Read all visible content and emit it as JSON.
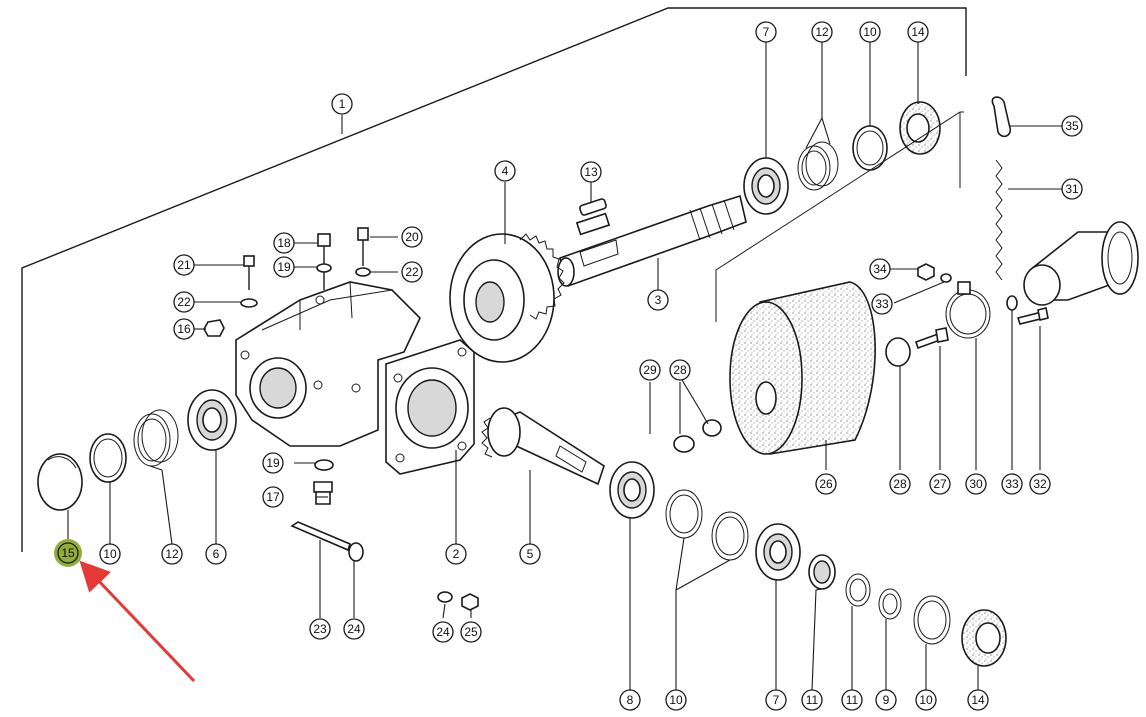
{
  "diagram": {
    "highlight_color": "#8fae3a",
    "arrow_color": "#e53935",
    "highlighted_part": "15",
    "callouts": [
      {
        "id": "c1",
        "label": "1"
      },
      {
        "id": "c2",
        "label": "2"
      },
      {
        "id": "c3",
        "label": "3"
      },
      {
        "id": "c4",
        "label": "4"
      },
      {
        "id": "c5",
        "label": "5"
      },
      {
        "id": "c6",
        "label": "6"
      },
      {
        "id": "c7a",
        "label": "7"
      },
      {
        "id": "c7b",
        "label": "7"
      },
      {
        "id": "c8",
        "label": "8"
      },
      {
        "id": "c9",
        "label": "9"
      },
      {
        "id": "c10a",
        "label": "10"
      },
      {
        "id": "c10b",
        "label": "10"
      },
      {
        "id": "c10c",
        "label": "10"
      },
      {
        "id": "c10d",
        "label": "10"
      },
      {
        "id": "c11a",
        "label": "11"
      },
      {
        "id": "c11b",
        "label": "11"
      },
      {
        "id": "c12a",
        "label": "12"
      },
      {
        "id": "c12b",
        "label": "12"
      },
      {
        "id": "c13",
        "label": "13"
      },
      {
        "id": "c14a",
        "label": "14"
      },
      {
        "id": "c14b",
        "label": "14"
      },
      {
        "id": "c15",
        "label": "15"
      },
      {
        "id": "c16",
        "label": "16"
      },
      {
        "id": "c17",
        "label": "17"
      },
      {
        "id": "c18",
        "label": "18"
      },
      {
        "id": "c19a",
        "label": "19"
      },
      {
        "id": "c19b",
        "label": "19"
      },
      {
        "id": "c20",
        "label": "20"
      },
      {
        "id": "c21",
        "label": "21"
      },
      {
        "id": "c22a",
        "label": "22"
      },
      {
        "id": "c22b",
        "label": "22"
      },
      {
        "id": "c23",
        "label": "23"
      },
      {
        "id": "c24a",
        "label": "24"
      },
      {
        "id": "c24b",
        "label": "24"
      },
      {
        "id": "c25",
        "label": "25"
      },
      {
        "id": "c26",
        "label": "26"
      },
      {
        "id": "c27",
        "label": "27"
      },
      {
        "id": "c28a",
        "label": "28"
      },
      {
        "id": "c28b",
        "label": "28"
      },
      {
        "id": "c29",
        "label": "29"
      },
      {
        "id": "c30",
        "label": "30"
      },
      {
        "id": "c31",
        "label": "31"
      },
      {
        "id": "c32",
        "label": "32"
      },
      {
        "id": "c33a",
        "label": "33"
      },
      {
        "id": "c33b",
        "label": "33"
      },
      {
        "id": "c34",
        "label": "34"
      },
      {
        "id": "c35",
        "label": "35"
      }
    ]
  }
}
